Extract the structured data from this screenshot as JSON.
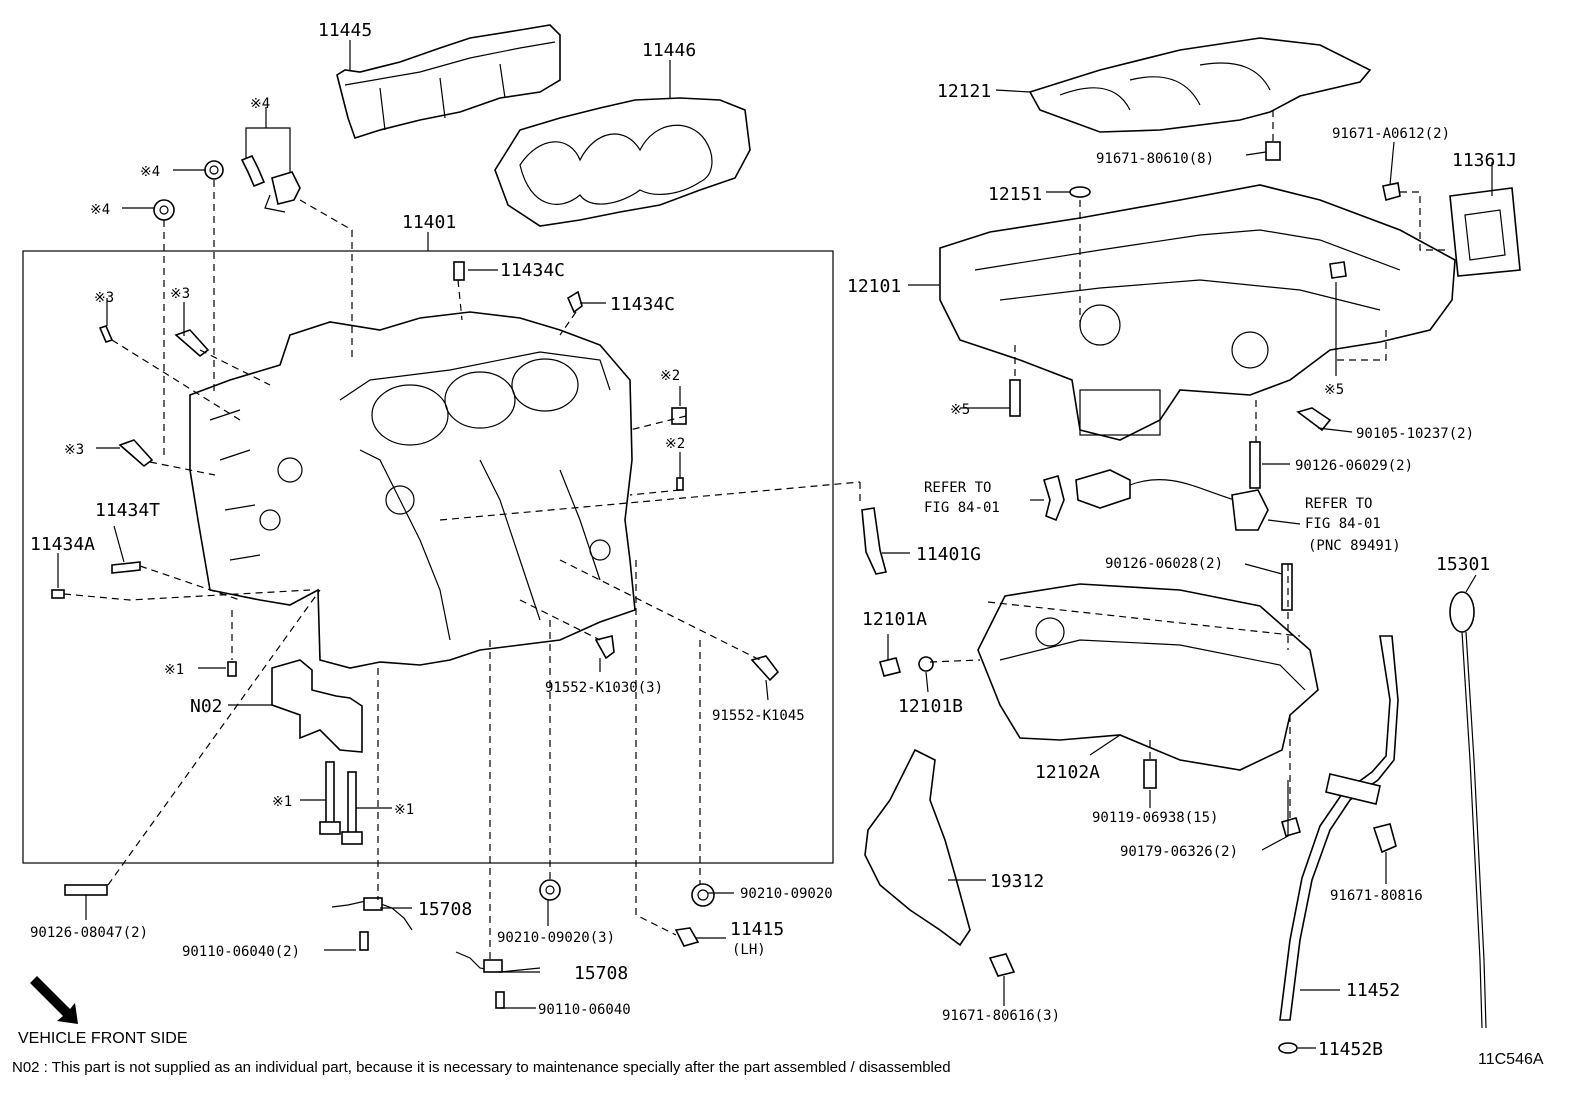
{
  "labels": {
    "p11445": "11445",
    "p11446": "11446",
    "p12121": "12121",
    "p91671_80610": "91671-80610(8)",
    "p91671_A0612": "91671-A0612(2)",
    "p11361J": "11361J",
    "p12151": "12151",
    "p12101": "12101",
    "p11401": "11401",
    "p11434C_a": "11434C",
    "p11434C_b": "11434C",
    "m4_a": "※4",
    "m4_b": "※4",
    "m4_c": "※4",
    "m3_a": "※3",
    "m3_b": "※3",
    "m3_c": "※3",
    "m2_a": "※2",
    "m2_b": "※2",
    "m1_a": "※1",
    "m1_b": "※1",
    "m1_c": "※1",
    "m5_a": "※5",
    "m5_b": "※5",
    "p11434T": "11434T",
    "p11434A": "11434A",
    "pN02": "N02",
    "p91552_K1030": "91552-K1030(3)",
    "p91552_K1045": "91552-K1045",
    "p90105_10237": "90105-10237(2)",
    "p90126_06029": "90126-06029(2)",
    "refer1_line1": "REFER TO",
    "refer1_line2": "FIG 84-01",
    "refer2_line1": "REFER TO",
    "refer2_line2": "FIG 84-01",
    "refer2_pnc": "(PNC 89491)",
    "p11401G": "11401G",
    "p90126_06028": "90126-06028(2)",
    "p15301": "15301",
    "p12101A": "12101A",
    "p12101B": "12101B",
    "p12102A": "12102A",
    "p90119_06938": "90119-06938(15)",
    "p90179_06326": "90179-06326(2)",
    "p91671_80816": "91671-80816",
    "p19312": "19312",
    "p90210_09020": "90210-09020",
    "p90210_09020_3": "90210-09020(3)",
    "p11415": "11415",
    "p11415_lh": "(LH)",
    "p15708_a": "15708",
    "p15708_b": "15708",
    "p90126_08047": "90126-08047(2)",
    "p90110_06040_2": "90110-06040(2)",
    "p90110_06040": "90110-06040",
    "p91671_80616": "91671-80616(3)",
    "p11452": "11452",
    "p11452B": "11452B",
    "vehicle_front": "VEHICLE FRONT SIDE",
    "footnote": "N02 : This part is not supplied as an individual part, because it is necessary to maintenance specially after the part assembled / disassembled",
    "figure_code": "11C546A"
  }
}
